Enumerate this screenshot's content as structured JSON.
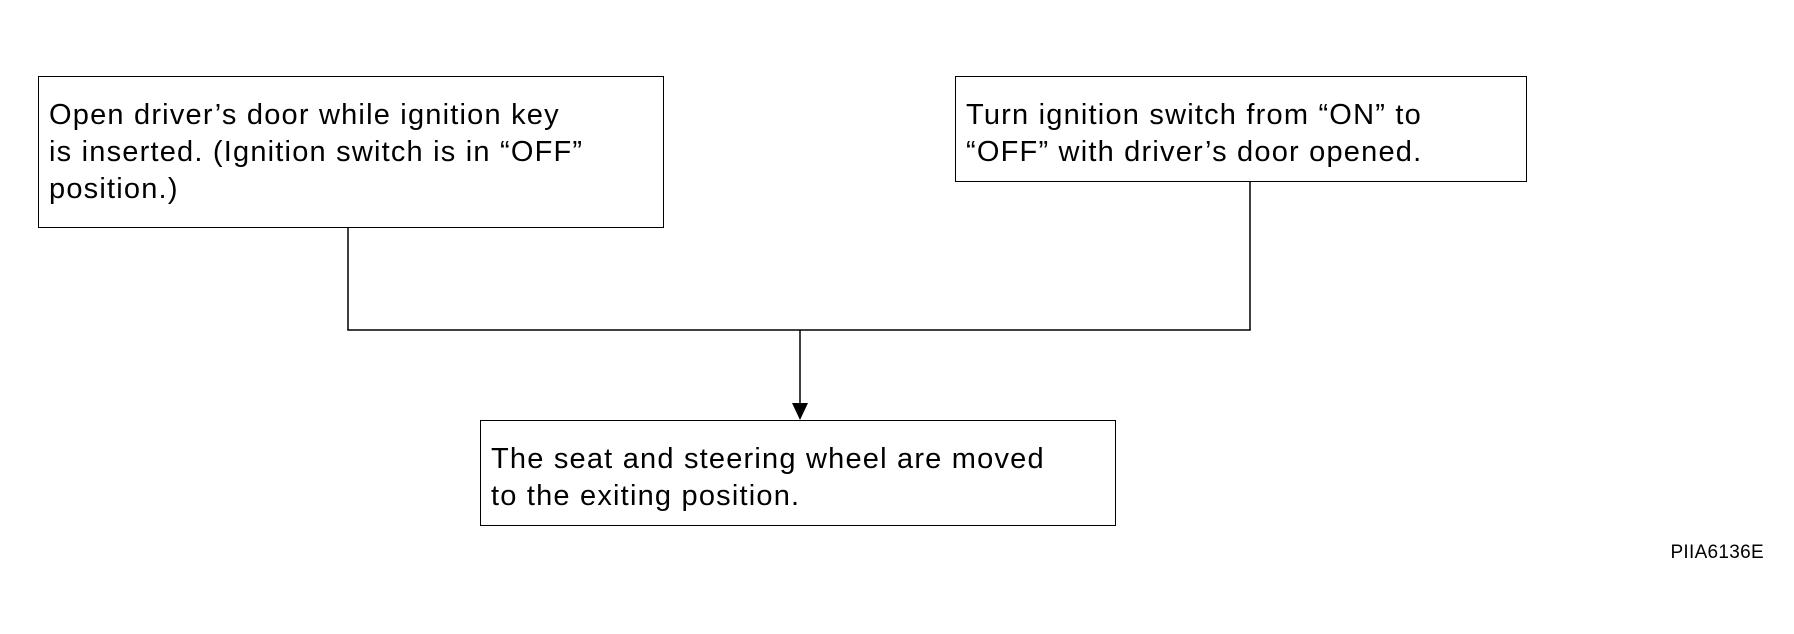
{
  "diagram": {
    "nodes": {
      "left": {
        "lines": [
          "Open driver’s door while ignition key",
          "is inserted. (Ignition switch is in “OFF”",
          "position.)"
        ]
      },
      "right": {
        "lines": [
          "Turn ignition switch from “ON” to",
          "“OFF” with driver’s door opened."
        ]
      },
      "bottom": {
        "lines": [
          "The seat and steering wheel are moved",
          "to the exiting position."
        ]
      }
    },
    "edges": [
      {
        "from": "left",
        "to": "bottom"
      },
      {
        "from": "right",
        "to": "bottom"
      }
    ],
    "line_color": "#000000"
  },
  "figure_code": "PIIA6136E"
}
